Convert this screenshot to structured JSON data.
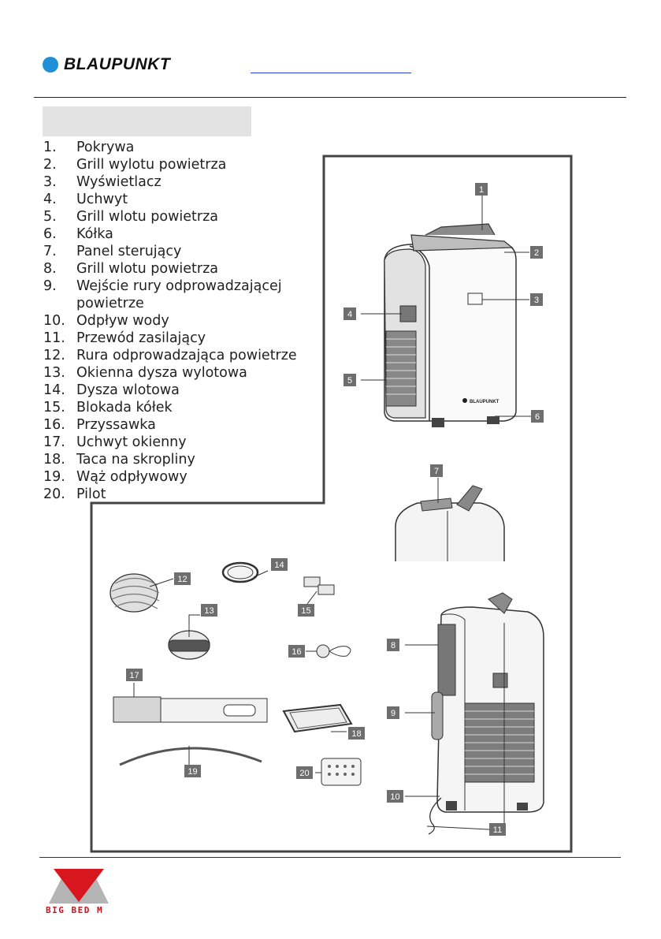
{
  "header": {
    "brand": "BLAUPUNKT"
  },
  "parts": [
    {
      "num": "1.",
      "label": "Pokrywa"
    },
    {
      "num": "2.",
      "label": "Grill wylotu powietrza"
    },
    {
      "num": "3.",
      "label": "Wyświetlacz"
    },
    {
      "num": "4.",
      "label": "Uchwyt"
    },
    {
      "num": "5.",
      "label": "Grill wlotu powietrza"
    },
    {
      "num": "6.",
      "label": "Kółka"
    },
    {
      "num": "7.",
      "label": "Panel sterujący"
    },
    {
      "num": "8.",
      "label": "Grill wlotu powietrza"
    },
    {
      "num": "9.",
      "label": "Wejście rury odprowadzającej powietrze"
    },
    {
      "num": "10.",
      "label": "Odpływ wody"
    },
    {
      "num": "11.",
      "label": "Przewód zasilający"
    },
    {
      "num": "12.",
      "label": "Rura odprowadzająca powietrze"
    },
    {
      "num": "13.",
      "label": "Okienna dysza wylotowa"
    },
    {
      "num": "14.",
      "label": "Dysza wlotowa"
    },
    {
      "num": "15.",
      "label": "Blokada kółek"
    },
    {
      "num": "16.",
      "label": "Przyssawka"
    },
    {
      "num": "17.",
      "label": "Uchwyt okienny"
    },
    {
      "num": "18.",
      "label": "Taca na skropliny"
    },
    {
      "num": "19.",
      "label": "Wąż odpływowy"
    },
    {
      "num": "20.",
      "label": "Pilot"
    }
  ],
  "figure": {
    "callouts": [
      "1",
      "2",
      "3",
      "4",
      "5",
      "6",
      "7",
      "8",
      "9",
      "10",
      "11",
      "12",
      "13",
      "14",
      "15",
      "16",
      "17",
      "18",
      "19",
      "20"
    ],
    "device_brand": "BLAUPUNKT"
  },
  "footer": {
    "logo_text": "BIG BED M"
  },
  "colors": {
    "brand_dot": "#1f8fd6",
    "link_line": "#2b3fd4",
    "footer_red": "#c8141e",
    "callout_bg": "#6e6e6e"
  }
}
